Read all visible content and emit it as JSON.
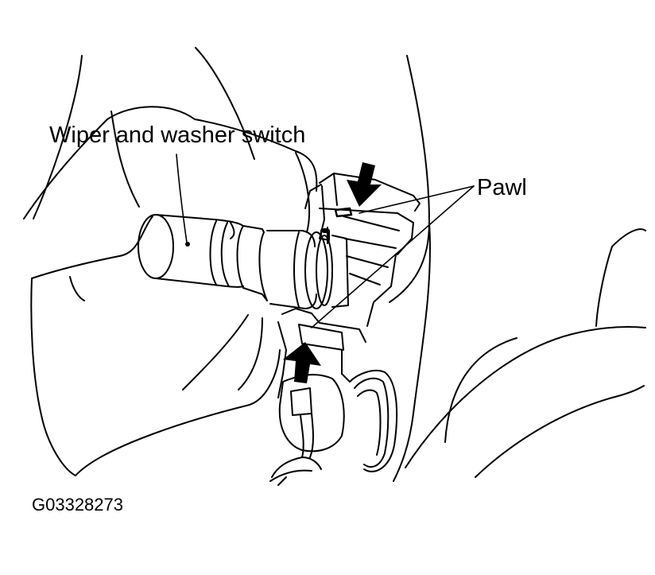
{
  "labels": {
    "switch": "Wiper and washer switch",
    "pawl": "Pawl",
    "figure_code": "G03328273"
  },
  "colors": {
    "ink": "#000000",
    "paper": "#ffffff"
  }
}
